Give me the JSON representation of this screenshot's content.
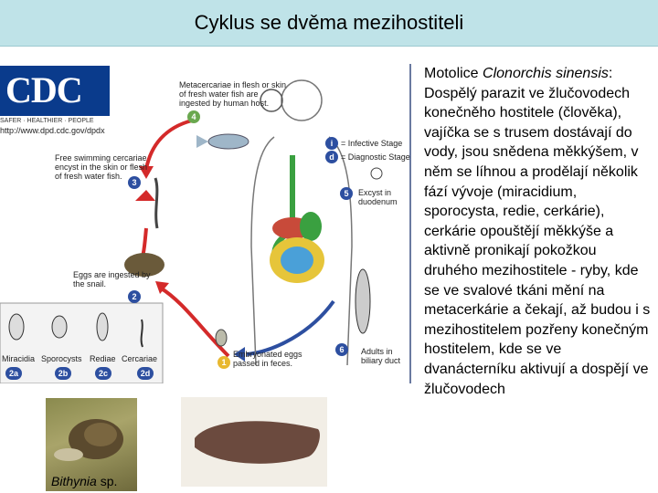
{
  "title": "Cyklus se dvěma mezihostiteli",
  "cdc": {
    "logo": "CDC",
    "tagline": "SAFER · HEALTHIER · PEOPLE",
    "url": "http://www.dpd.cdc.gov/dpdx"
  },
  "diagram": {
    "stage4": "Metacercariae in flesh or skin of fresh water fish are ingested by human host.",
    "stage3": "Free swimming cercariae encyst in the skin or flesh of fresh water fish.",
    "stage5": "Excyst in duodenum",
    "stage6": "Adults in biliary duct",
    "stage1": "Embryonated eggs passed in feces.",
    "stage2": "Eggs are ingested by the snail.",
    "legend_infective": "= Infective Stage",
    "legend_diagnostic": "= Diagnostic Stage",
    "sub_labels": [
      "Miracidia",
      "Sporocysts",
      "Rediae",
      "Cercariae"
    ],
    "badges": [
      "4",
      "3",
      "5",
      "6",
      "1",
      "2",
      "2a",
      "2b",
      "2c",
      "2d",
      "i",
      "d"
    ]
  },
  "description": {
    "prefix": "Motolice ",
    "species": "Clonorchis sinensis",
    "rest": ": Dospělý parazit ve žlučovodech konečněho hostitele (člověka), vajíčka se s trusem dostávají do vody, jsou snědena měkkýšem, v něm se líhnou a prodělají několik fází vývoje (miracidium, sporocysta, redie, cerkárie), cerkárie opouštějí měkkýše a aktivně pronikají pokožkou druhého mezihostitele - ryby, kde se ve svalové tkáni mění na metacerkárie a čekají, až budou i s mezihostitelem pozřeny konečným hostitelem, kde se ve dvanácterníku aktivují a dospějí ve žlučovodech"
  },
  "snail_caption": {
    "genus": "Bithynia",
    "suffix": " sp."
  },
  "colors": {
    "title_bg": "#bfe3e8",
    "arrow_red": "#d42a2a",
    "arrow_blue": "#2d4fa0",
    "badge_blue": "#2d4fa0",
    "cdc_blue": "#0a3b8c"
  }
}
